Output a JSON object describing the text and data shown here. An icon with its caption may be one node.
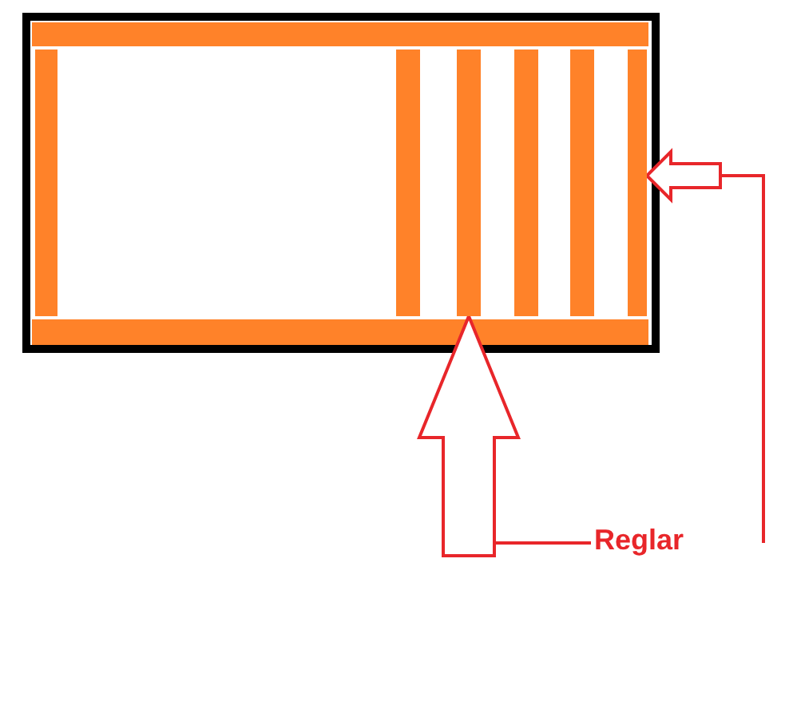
{
  "diagram": {
    "nodes": [
      {
        "text": [
          "Reglar"
        ]
      },
      {
        "text": [],
        "shape": "bar"
      },
      {
        "text": [],
        "shape": "bar"
      }
    ],
    "edges": [
      {
        "from": 0,
        "to": 1,
        "arrow": "to"
      },
      {
        "from": 0,
        "to": 2,
        "arrow": "to"
      }
    ]
  }
}
